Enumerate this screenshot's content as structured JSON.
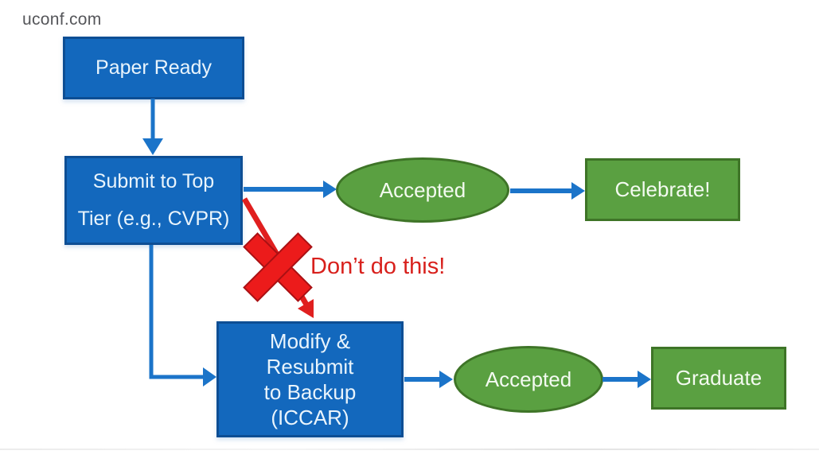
{
  "watermark": "uconf.com",
  "colors": {
    "node_blue_fill": "#1368bd",
    "node_blue_border": "#0d4e94",
    "node_green_fill": "#5aa041",
    "node_green_border": "#3e7427",
    "connector_blue": "#1b74c9",
    "warning_red": "#e01f1f",
    "watermark_gray": "#55565a"
  },
  "nodes": {
    "paper_ready": {
      "label": "Paper Ready"
    },
    "submit_top_tier": {
      "lines": [
        "Submit to Top",
        "Tier (e.g., CVPR)"
      ]
    },
    "accepted_top": {
      "label": "Accepted"
    },
    "celebrate": {
      "label": "Celebrate!"
    },
    "modify_resubmit": {
      "lines": [
        "Modify &",
        "Resubmit",
        "to Backup",
        "(ICCAR)"
      ]
    },
    "accepted_bottom": {
      "label": "Accepted"
    },
    "graduate": {
      "label": "Graduate"
    }
  },
  "annotations": {
    "dont_do_this": "Don’t do this!"
  }
}
